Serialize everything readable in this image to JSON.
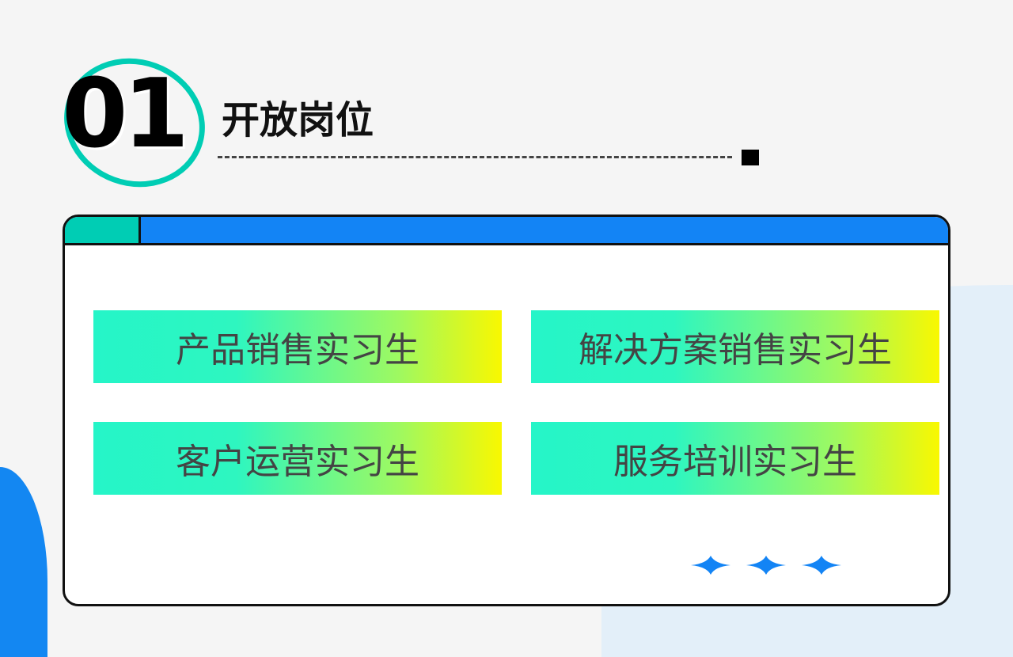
{
  "header": {
    "number": "01",
    "title": "开放岗位"
  },
  "positions": [
    "产品销售实习生",
    "解决方案销售实习生",
    "客户运营实习生",
    "服务培训实习生"
  ],
  "colors": {
    "accent_teal": "#00cdb4",
    "accent_blue": "#1384f5",
    "gradient_start": "#25f5c8",
    "gradient_end": "#f9f800"
  }
}
